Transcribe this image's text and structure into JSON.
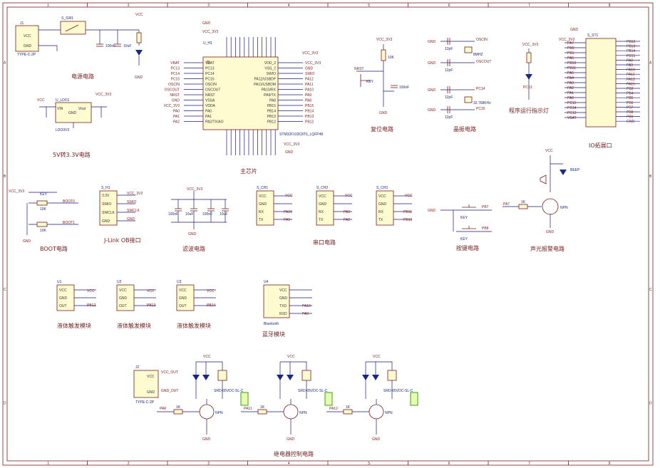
{
  "frame": {
    "col_labels": [
      "1",
      "2",
      "3",
      "4",
      "5",
      "6",
      "7",
      "8"
    ],
    "row_labels": [
      "A",
      "B",
      "C",
      "D"
    ]
  },
  "captions": {
    "power": "电源电路",
    "ldo": "5V转3.3V电路",
    "mcu": "主芯片",
    "reset": "复位电路",
    "crystal": "晶振电路",
    "run_led": "程序运行指示灯",
    "io": "IO拓展口",
    "boot": "BOOT电路",
    "jlink": "J-Link OB接口",
    "filter": "滤波电路",
    "uart": "串口电路",
    "keys": "按键电路",
    "alarm": "声光报警电路",
    "liquid1": "液体触发模块",
    "liquid2": "液体触发模块",
    "liquid3": "液体触发模块",
    "bt": "蓝牙模块",
    "relay": "继电器控制电路"
  },
  "labels": {
    "vcc": "VCC",
    "gnd": "GND",
    "vcc33": "VCC_3V3",
    "mcu_ref": "U_H1",
    "mcu_part": "STM32F103C8T6_LQFP48",
    "mcu_left_pins": [
      "VBAT",
      "PC13",
      "PC14",
      "PC15",
      "OSCIN",
      "OSCOUT",
      "NRST",
      "VSSA",
      "VDDA",
      "PA0",
      "PA1",
      "PA2/TX/AO"
    ],
    "mcu_right_pins": [
      "VDD_2",
      "VSS_2",
      "SWIO",
      "PA12/USBDP",
      "PA11/USBDM",
      "PA10/RX",
      "PA9/TX",
      "PA8",
      "PB15",
      "PB14",
      "PB13",
      "PB12"
    ],
    "mcu_left_nets": [
      "VBAT",
      "PC13",
      "PC14",
      "PC15",
      "OSCIN",
      "OSCOUT",
      "NRST",
      "GND",
      "VCC_3V3",
      "PA0",
      "PA1",
      "PA2"
    ],
    "mcu_right_nets": [
      "VCC_3V3",
      "GND",
      "SWIO",
      "PA12",
      "PA11",
      "PA10",
      "PA9",
      "PA8",
      "PB15",
      "PB14",
      "PB13",
      "PB12"
    ],
    "ldo_ref": "U_LDO1",
    "ldo_part": "LDO3V3",
    "ldo_pins": [
      "VIN",
      "GND",
      "Vout"
    ],
    "power_ref": "J1",
    "power_part": "TYPE-C-2P",
    "switch_ref": "S_SW1",
    "reset_key": "KEY",
    "reset_net": "NRST",
    "xtal1": "8MHZ",
    "xtal2": "32.768KHz",
    "cap_12pf": "12pF",
    "cap_100nf": "100nF",
    "cap_10uf": "10uF",
    "io_ref": "S_ST1",
    "io_nets_left": [
      "PA7",
      "PB0",
      "PB1",
      "PA6",
      "PB10",
      "PB11",
      "PA5",
      "PA4",
      "PA3",
      "PA2",
      "PA1",
      "PA0",
      "PC15",
      "PC14",
      "PC13",
      "VBAT"
    ],
    "io_nets_right": [
      "PB12",
      "PB13",
      "PB14",
      "PB15",
      "PA8",
      "PA9",
      "PA10",
      "PA11",
      "PA12",
      "PA15",
      "PB3",
      "PB4",
      "PB5",
      "PB6",
      "PB7",
      "PB8",
      "PB9",
      "GND"
    ],
    "boot_nets": [
      "BOOT0",
      "BOOT1"
    ],
    "jlink_ref": "S_H1",
    "jlink_pins": [
      "3.3V",
      "SWIO",
      "SWCLK",
      "GND"
    ],
    "uart_refs": [
      "S_CH1",
      "S_CH2",
      "S_CH3"
    ],
    "uart_pins": [
      "VCC",
      "GND",
      "RX",
      "TX"
    ],
    "uart_nets": [
      [
        "PA10",
        "PA9"
      ],
      [
        "PA3",
        "PA2"
      ],
      [
        "PB11",
        "PB10"
      ]
    ],
    "key_nets": [
      "PB7",
      "PB8"
    ],
    "alarm_part": "BEEP",
    "alarm_net": "PA7",
    "npn": "NPN",
    "liquid_refs": [
      "U1",
      "U2",
      "U3"
    ],
    "liquid_pins": [
      "VCC",
      "GND",
      "OUT"
    ],
    "liquid_nets": [
      "PB12",
      "PB13",
      "PB14"
    ],
    "bt_ref": "U4",
    "bt_part": "Bluetooth",
    "bt_pins": [
      "VCC",
      "GND",
      "TXD",
      "RXD"
    ],
    "bt_nets": [
      "PA10",
      "PA9"
    ],
    "relay_in_ref": "J2",
    "relay_out_pins": [
      "VCC_OUT",
      "GND_OUT"
    ],
    "relay_nets": [
      "PA8",
      "PA11",
      "PA12"
    ],
    "relay_part": "SRD-05VDC-SL-C",
    "res_1k": "1K",
    "res_10k": "10K"
  }
}
